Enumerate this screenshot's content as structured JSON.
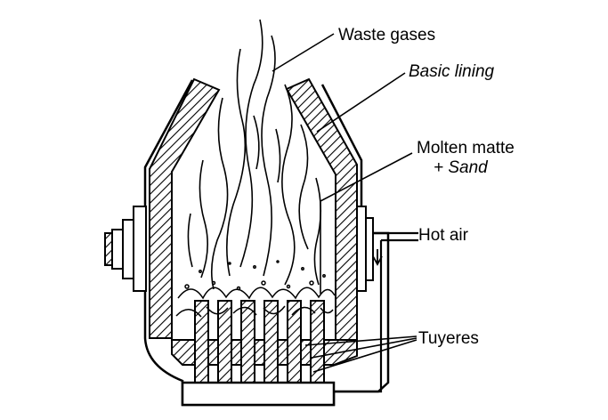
{
  "labels": {
    "waste_gases": "Waste gases",
    "basic_lining": "Basic lining",
    "molten_matte": "Molten matte",
    "sand": "+ Sand",
    "hot_air": "Hot air",
    "tuyeres": "Tuyeres"
  },
  "colors": {
    "ink": "#000000",
    "background": "#ffffff"
  }
}
